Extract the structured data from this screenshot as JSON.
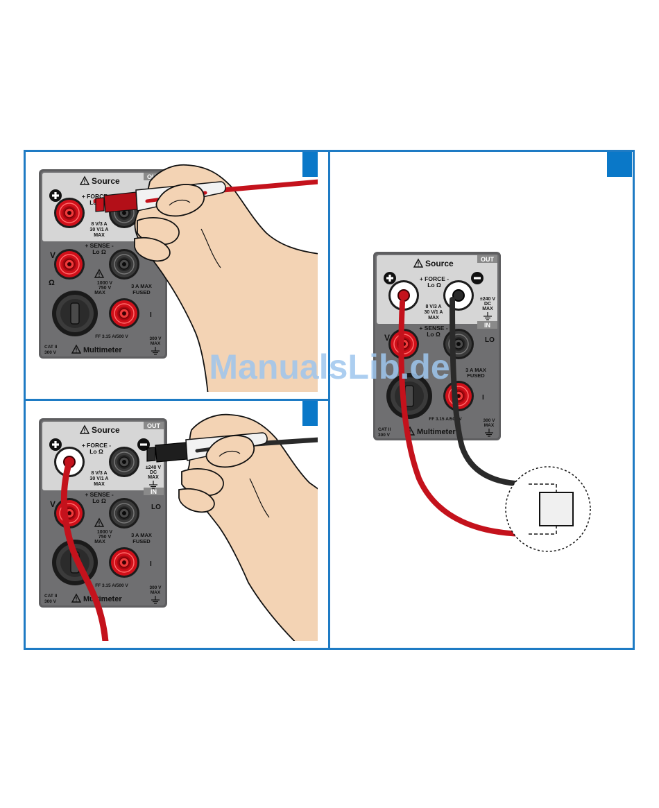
{
  "device": {
    "source_label": "Source",
    "out_tab": "OUT",
    "in_tab": "IN",
    "force_label": "+ FORCE -",
    "lo_ohm_label": "Lo Ω",
    "sense_label": "+ SENSE -",
    "force_rating": [
      "8 V/3 A",
      "30 V/1 A",
      "MAX"
    ],
    "dc_rating": [
      "±240 V",
      "DC",
      "MAX"
    ],
    "lo_label": "LO",
    "v_label": "V",
    "ohm_label": "Ω",
    "meas_rating": [
      "1000 V",
      "750 V",
      "MAX"
    ],
    "current_rating": [
      "3 A MAX",
      "FUSED"
    ],
    "i_label": "I",
    "fuse_label": "FF 3.15 A/500 V",
    "cat_label": [
      "CAT II",
      "300 V"
    ],
    "max300_label": [
      "300 V",
      "MAX"
    ],
    "multimeter_label": "Multimeter"
  },
  "watermark": "ManualsLib.de",
  "colors": {
    "frame": "#1e7bc4",
    "step_marker": "#0a78c8",
    "panel_dark": "#6f6f71",
    "panel_light": "#d6d6d6",
    "jack_red": "#d0101a",
    "lead_red": "#c4121c",
    "lead_black": "#2a2a2a",
    "skin": "#f3d3b4"
  }
}
